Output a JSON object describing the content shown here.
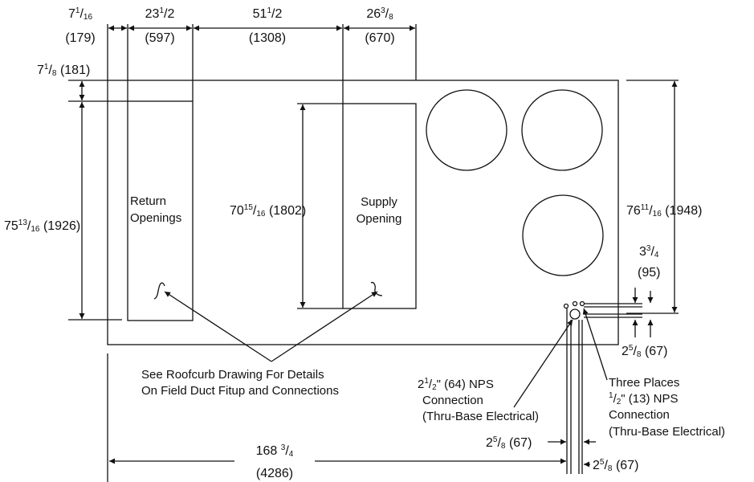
{
  "dimensions": {
    "top_left": {
      "whole": "7",
      "num": "1",
      "den": "16",
      "mm": "(179)"
    },
    "return_width": {
      "whole": "23",
      "num": "1",
      "den": "2",
      "mm": "(597)"
    },
    "gap_width": {
      "whole": "51",
      "num": "1",
      "den": "2",
      "mm": "(1308)"
    },
    "supply_width": {
      "whole": "26",
      "num": "3",
      "den": "8",
      "mm": "(670)"
    },
    "top_offset": {
      "whole": "7",
      "num": "1",
      "den": "8",
      "mm": "(181)"
    },
    "return_height": {
      "whole": "75",
      "num": "13",
      "den": "16",
      "mm": "(1926)"
    },
    "supply_height": {
      "whole": "70",
      "num": "15",
      "den": "16",
      "mm": "(1802)"
    },
    "unit_depth": {
      "whole": "76",
      "num": "11",
      "den": "16",
      "mm": "(1948)"
    },
    "conn_vertical": {
      "whole": "3",
      "num": "3",
      "den": "4",
      "mm": "(95)"
    },
    "conn_bottom": {
      "whole": "2",
      "num": "5",
      "den": "8",
      "mm": "(67)"
    },
    "total_length": {
      "whole": "168",
      "num": "3",
      "den": "4",
      "mm": "(4286)"
    },
    "conn_left": {
      "whole": "2",
      "num": "5",
      "den": "8",
      "mm": "(67)"
    },
    "conn_right": {
      "whole": "2",
      "num": "5",
      "den": "8",
      "mm": "(67)"
    }
  },
  "labels": {
    "return_line1": "Return",
    "return_line2": "Openings",
    "supply_line1": "Supply",
    "supply_line2": "Opening",
    "note_line1": "See Roofcurb Drawing For Details",
    "note_line2": "On Field Duct Fitup and Connections",
    "large_conn": {
      "whole": "2",
      "num": "1",
      "den": "2",
      "suffix": "\" (64) NPS",
      "line2": "Connection",
      "line3": "(Thru-Base Electrical)"
    },
    "small_conn": {
      "line1": "Three Places",
      "num": "1",
      "den": "2",
      "suffix": "\"  (13) NPS",
      "line3": "Connection",
      "line4": "(Thru-Base Electrical)"
    }
  }
}
